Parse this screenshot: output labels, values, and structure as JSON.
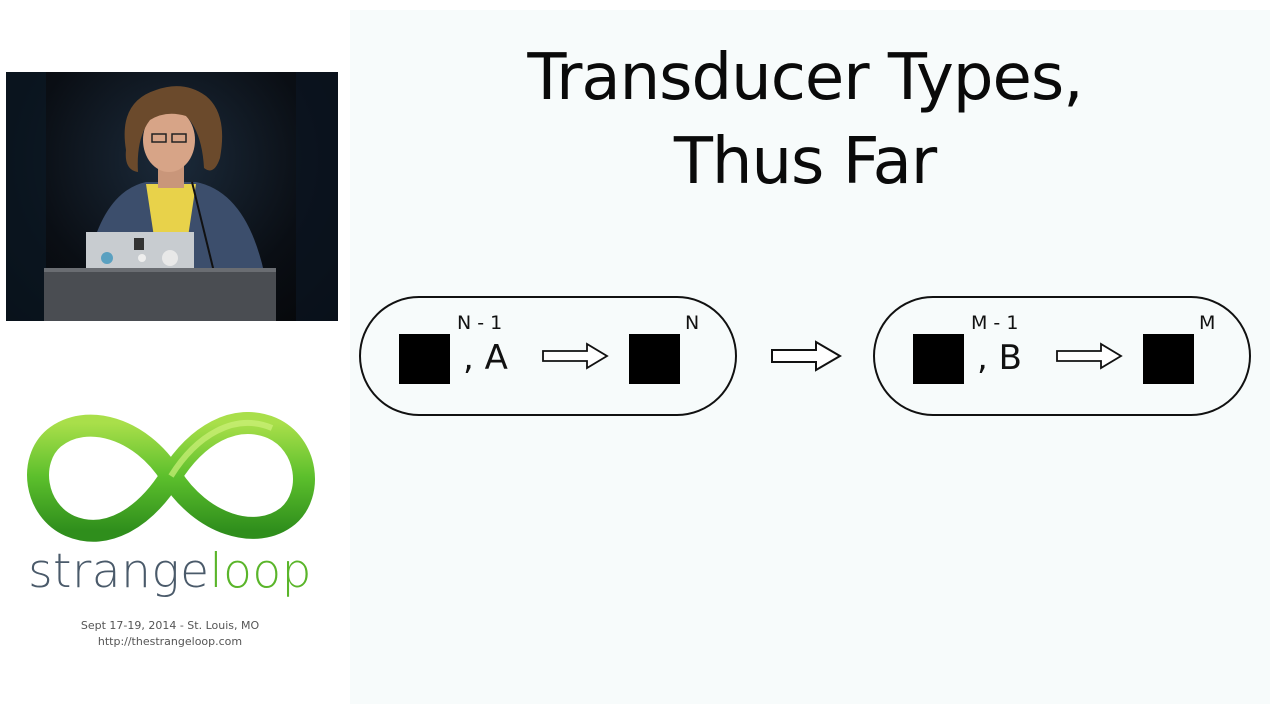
{
  "slide": {
    "title_lines": [
      "Transducer Types,",
      "Thus Far"
    ],
    "diagram": {
      "left": {
        "input_exponent": "N - 1",
        "symbol": ", A",
        "output_exponent": "N"
      },
      "right": {
        "input_exponent": "M - 1",
        "symbol": ", B",
        "output_exponent": "M"
      }
    }
  },
  "conference": {
    "name_part1": "strange",
    "name_part2": "loop",
    "dates_location": "Sept 17-19, 2014   -   St. Louis, MO",
    "url": "http://thestrangeloop.com",
    "colors": {
      "text_gray": "#4a5a6a",
      "text_green": "#5ab52a",
      "ring_green": "#6cc23a"
    }
  }
}
